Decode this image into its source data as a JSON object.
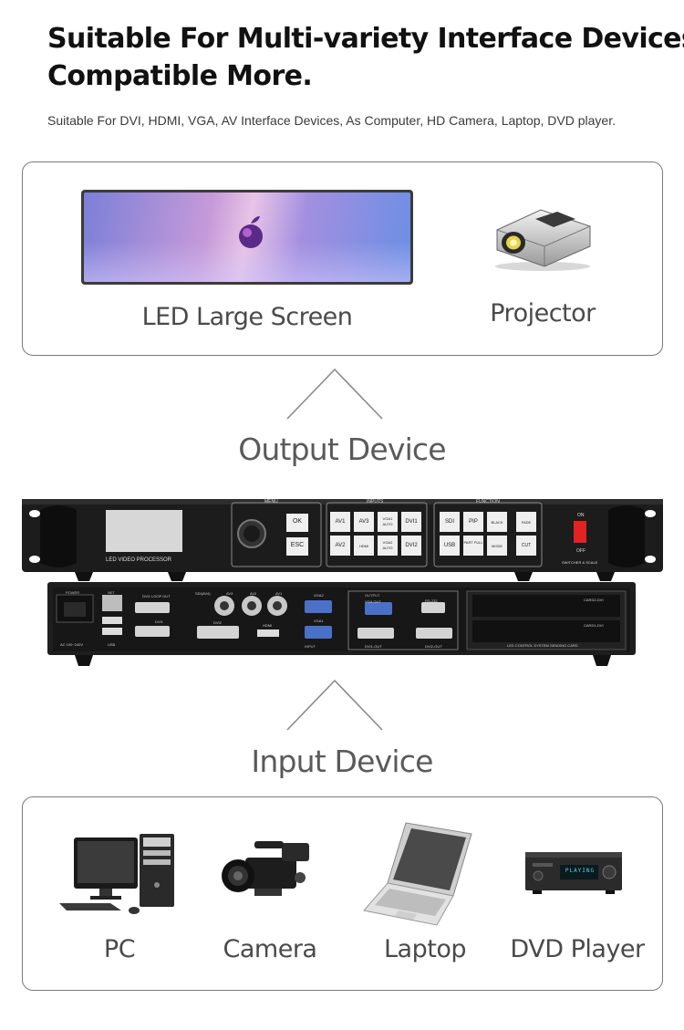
{
  "header": {
    "title_line1": "Suitable For Multi-variety Interface Devices,",
    "title_line2": "Compatible More.",
    "subtitle": "Suitable For DVI, HDMI, VGA, AV Interface Devices, As Computer, HD Camera, Laptop, DVD player."
  },
  "output_devices": {
    "heading": "Output Device",
    "items": [
      {
        "label": "LED Large Screen",
        "icon": "led-screen-icon"
      },
      {
        "label": "Projector",
        "icon": "projector-icon"
      }
    ]
  },
  "processor": {
    "front": {
      "screen_label": "LED VIDEO PROCESSOR",
      "menu_title": "MENU",
      "menu_buttons": [
        "OK",
        "ESC"
      ],
      "inputs_title": "INPUTS",
      "input_buttons": [
        "AV1",
        "AV3",
        "VGA1 AUTO",
        "DVI1",
        "AV2",
        "HDMI",
        "VGA2 AUTO",
        "DVI2"
      ],
      "function_title": "FUNCTION",
      "function_buttons": [
        "SDI",
        "PIP",
        "BLACK",
        "FADE",
        "USB",
        "PART FULL",
        "MODE",
        "CUT"
      ],
      "switch_on": "ON",
      "switch_off": "OFF",
      "switch_caption": "SWITCHER & SCALE"
    },
    "back": {
      "power_label": "POWER",
      "power_spec": "AC 100~240V",
      "net_label": "NET",
      "usb_label": "USB",
      "dvi1_loop": "DVI1 LOOP OUT",
      "sdi_label": "SDI(AV4)",
      "av3": "AV3",
      "av2": "AV2",
      "av1": "AV1",
      "vga2": "VGA2",
      "vga1": "VGA1",
      "dvi1": "DVI1",
      "dvi2": "DVI2",
      "hdmi": "HDMI",
      "input_tag": "INPUT",
      "output_tag": "OUTPUT",
      "vga_out": "VGA OUT",
      "rs232": "RS-232",
      "dvi1_out": "DVI1-OUT",
      "dvi2_out": "DVI2-OUT",
      "card2": "CARD2-DVI",
      "card1": "CARD1-DVI",
      "card_caption": "LED CONTROL SYSTEM SENDING CARD"
    }
  },
  "input_devices": {
    "heading": "Input Device",
    "items": [
      {
        "label": "PC",
        "icon": "pc-icon"
      },
      {
        "label": "Camera",
        "icon": "camera-icon"
      },
      {
        "label": "Laptop",
        "icon": "laptop-icon"
      },
      {
        "label": "DVD Player",
        "icon": "dvd-player-icon",
        "display_text": "PLAYING"
      }
    ]
  },
  "colors": {
    "panel_border": "#7a7a7a",
    "heading_gray": "#5a5a5a",
    "device_black": "#1b1b1b"
  }
}
